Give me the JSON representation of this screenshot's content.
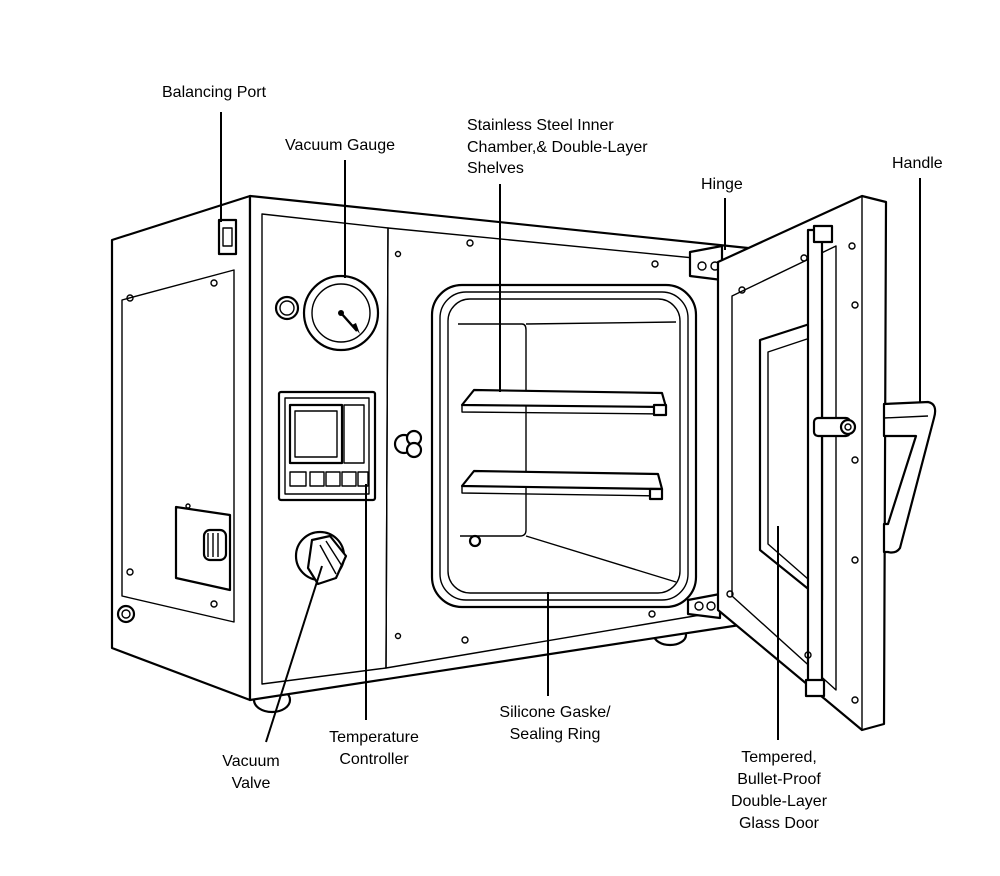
{
  "labels": {
    "balancing_port": "Balancing Port",
    "vacuum_gauge": "Vacuum Gauge",
    "chamber": [
      "Stainless Steel Inner",
      "Chamber,& Double-Layer",
      "Shelves"
    ],
    "hinge": "Hinge",
    "handle": "Handle",
    "silicone": [
      "Silicone Gaske/",
      "Sealing Ring"
    ],
    "temperature_controller": [
      "Temperature",
      "Controller"
    ],
    "vacuum_valve": [
      "Vacuum",
      "Valve"
    ],
    "glass_door": [
      "Tempered,",
      "Bullet-Proof",
      "Double-Layer",
      "Glass Door"
    ]
  }
}
